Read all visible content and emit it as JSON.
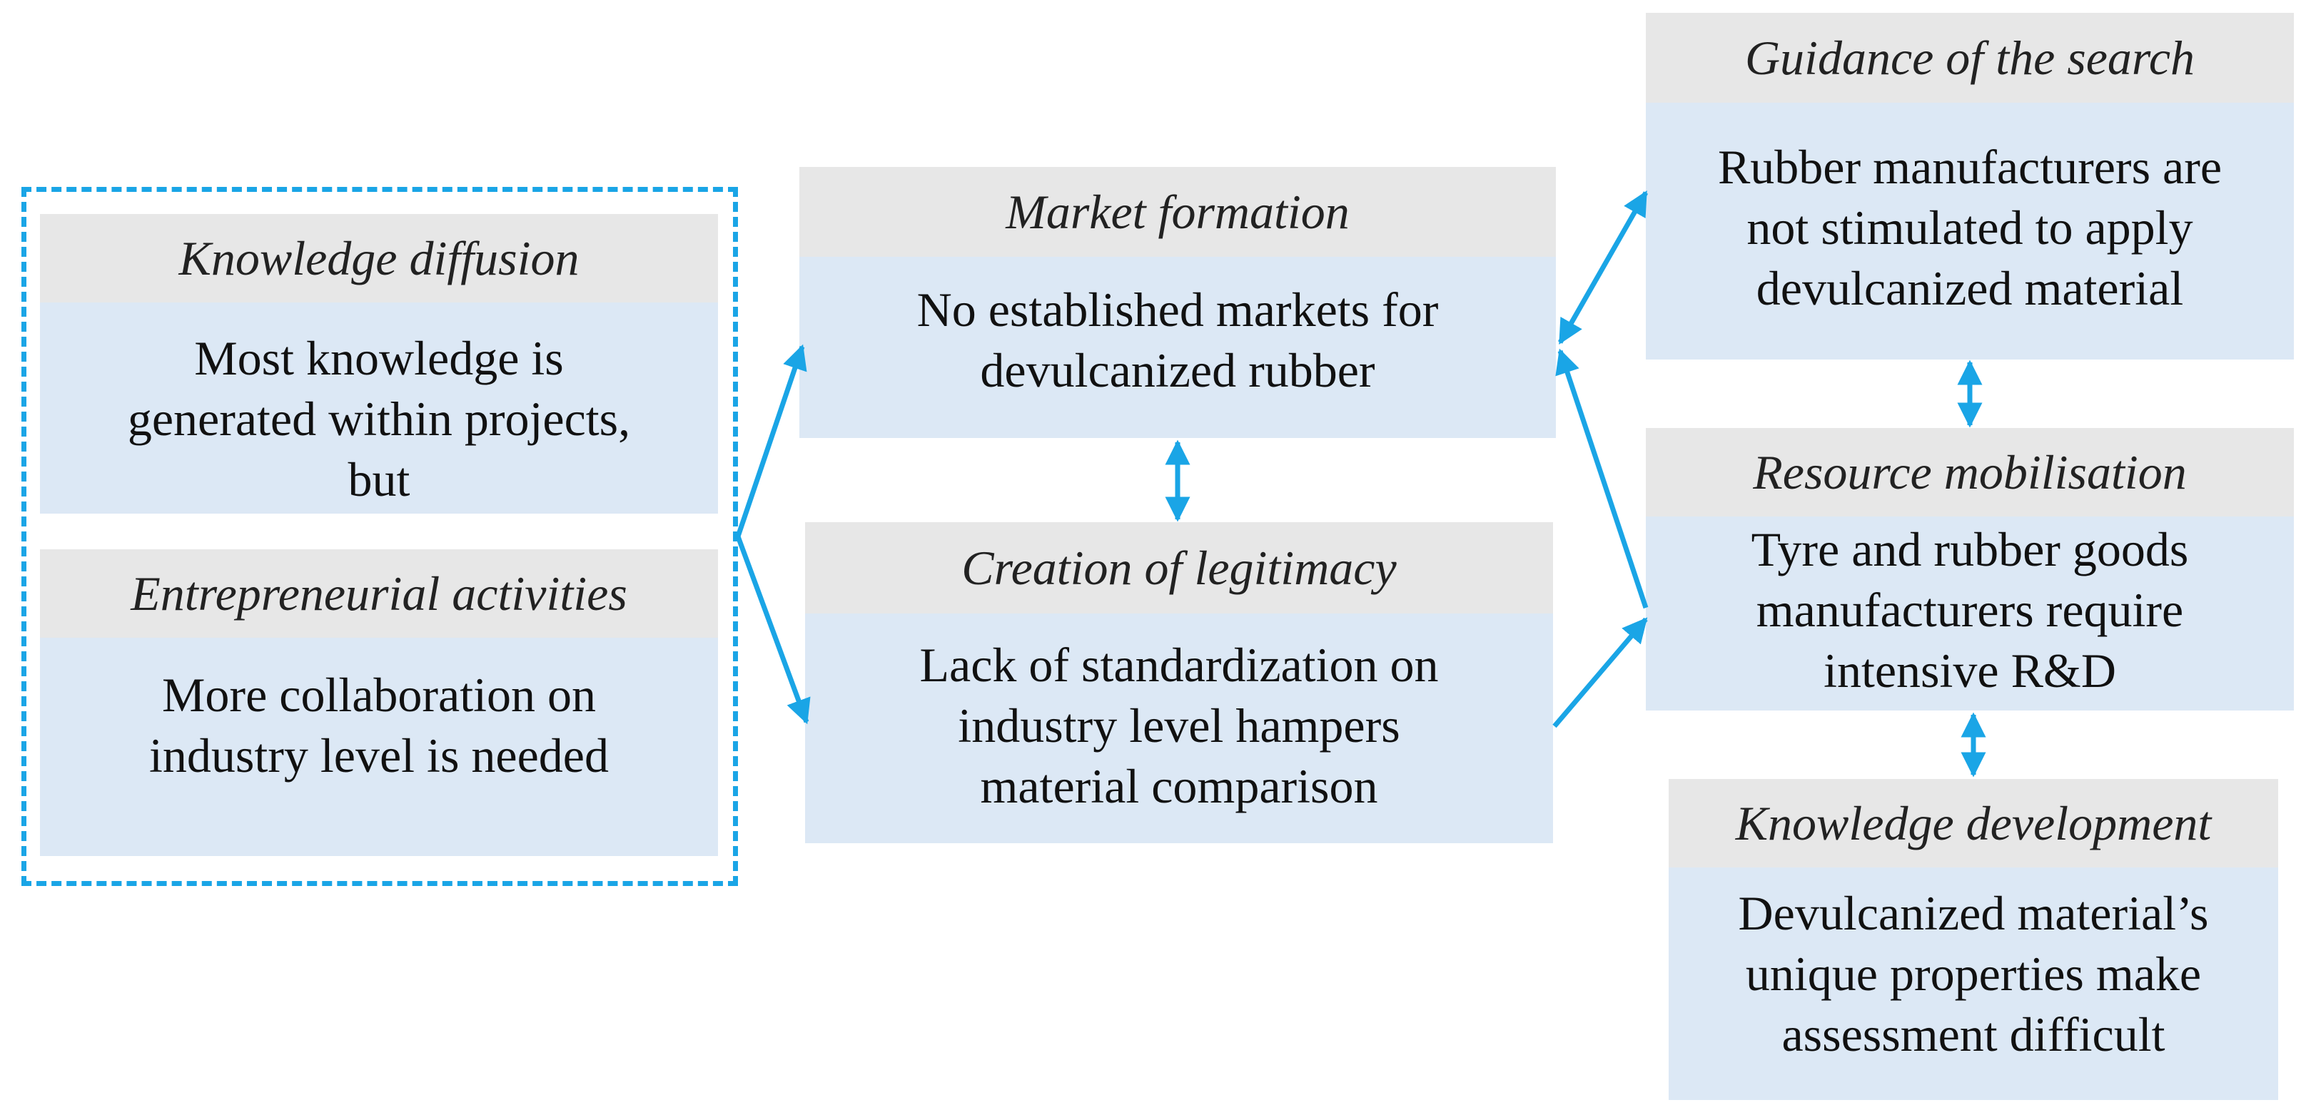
{
  "accent_color": "#1aa5e6",
  "header_color": "#e7e7e7",
  "body_color": "#dce8f5",
  "boxes": {
    "knowledge_diffusion": {
      "title": "Knowledge diffusion",
      "text": "Most knowledge is\ngenerated within projects,\nbut"
    },
    "entrepreneurial_activities": {
      "title": "Entrepreneurial activities",
      "text": "More collaboration on\nindustry level is needed"
    },
    "market_formation": {
      "title": "Market formation",
      "text": "No established markets for\ndevulcanized rubber"
    },
    "creation_of_legitimacy": {
      "title": "Creation of legitimacy",
      "text": "Lack of standardization on\nindustry level hampers\nmaterial comparison"
    },
    "guidance_of_the_search": {
      "title": "Guidance of the search",
      "text": "Rubber manufacturers are\nnot stimulated to apply\ndevulcanized material"
    },
    "resource_mobilisation": {
      "title": "Resource mobilisation",
      "text": "Tyre and rubber goods\nmanufacturers require\nintensive R&D"
    },
    "knowledge_development": {
      "title": "Knowledge development",
      "text": "Devulcanized material’s\nunique properties make\nassessment difficult"
    }
  }
}
